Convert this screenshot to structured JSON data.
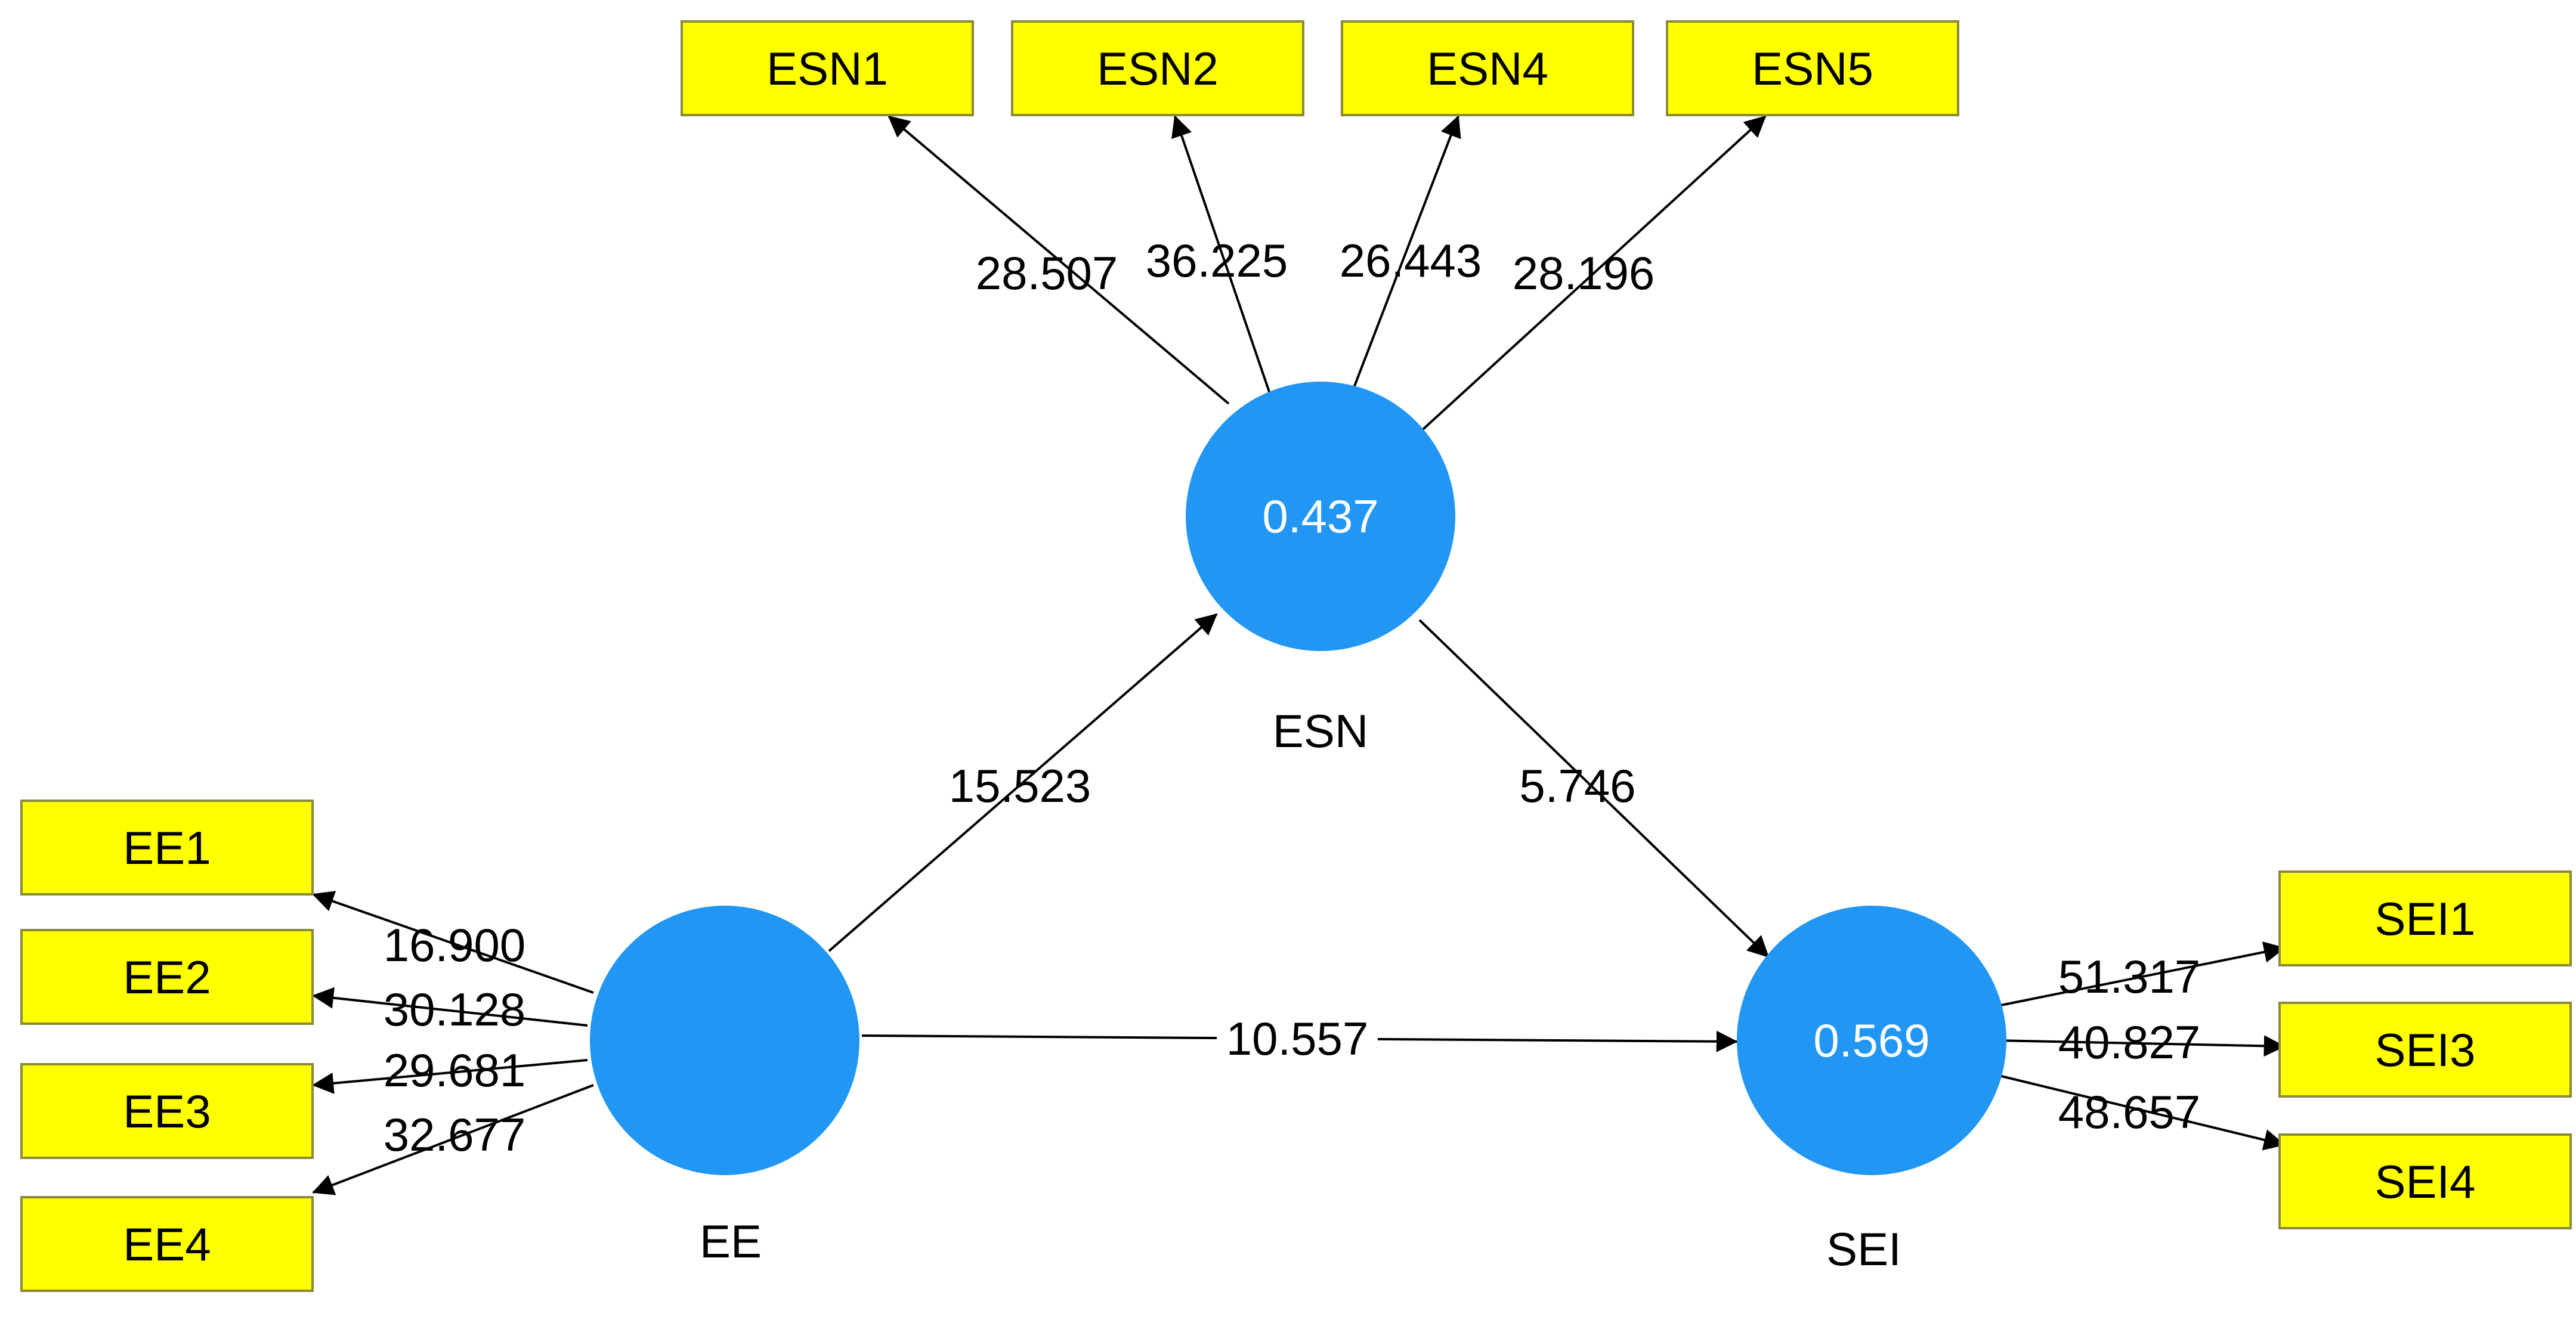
{
  "diagram": {
    "latent": {
      "esn": {
        "name": "ESN",
        "value": "0.437"
      },
      "ee": {
        "name": "EE",
        "value": ""
      },
      "sei": {
        "name": "SEI",
        "value": "0.569"
      }
    },
    "indicators": {
      "esn1": "ESN1",
      "esn2": "ESN2",
      "esn4": "ESN4",
      "esn5": "ESN5",
      "ee1": "EE1",
      "ee2": "EE2",
      "ee3": "EE3",
      "ee4": "EE4",
      "sei1": "SEI1",
      "sei3": "SEI3",
      "sei4": "SEI4"
    },
    "loadings": {
      "esn1": "28.507",
      "esn2": "36.225",
      "esn4": "26.443",
      "esn5": "28.196",
      "ee1": "16.900",
      "ee2": "30.128",
      "ee3": "29.681",
      "ee4": "32.677",
      "sei1": "51.317",
      "sei3": "40.827",
      "sei4": "48.657"
    },
    "paths": {
      "ee_esn": "15.523",
      "esn_sei": "5.746",
      "ee_sei": "10.557"
    }
  },
  "colors": {
    "indicator_fill": "#ffff00",
    "latent_fill": "#2196f3",
    "edge": "#000000"
  }
}
